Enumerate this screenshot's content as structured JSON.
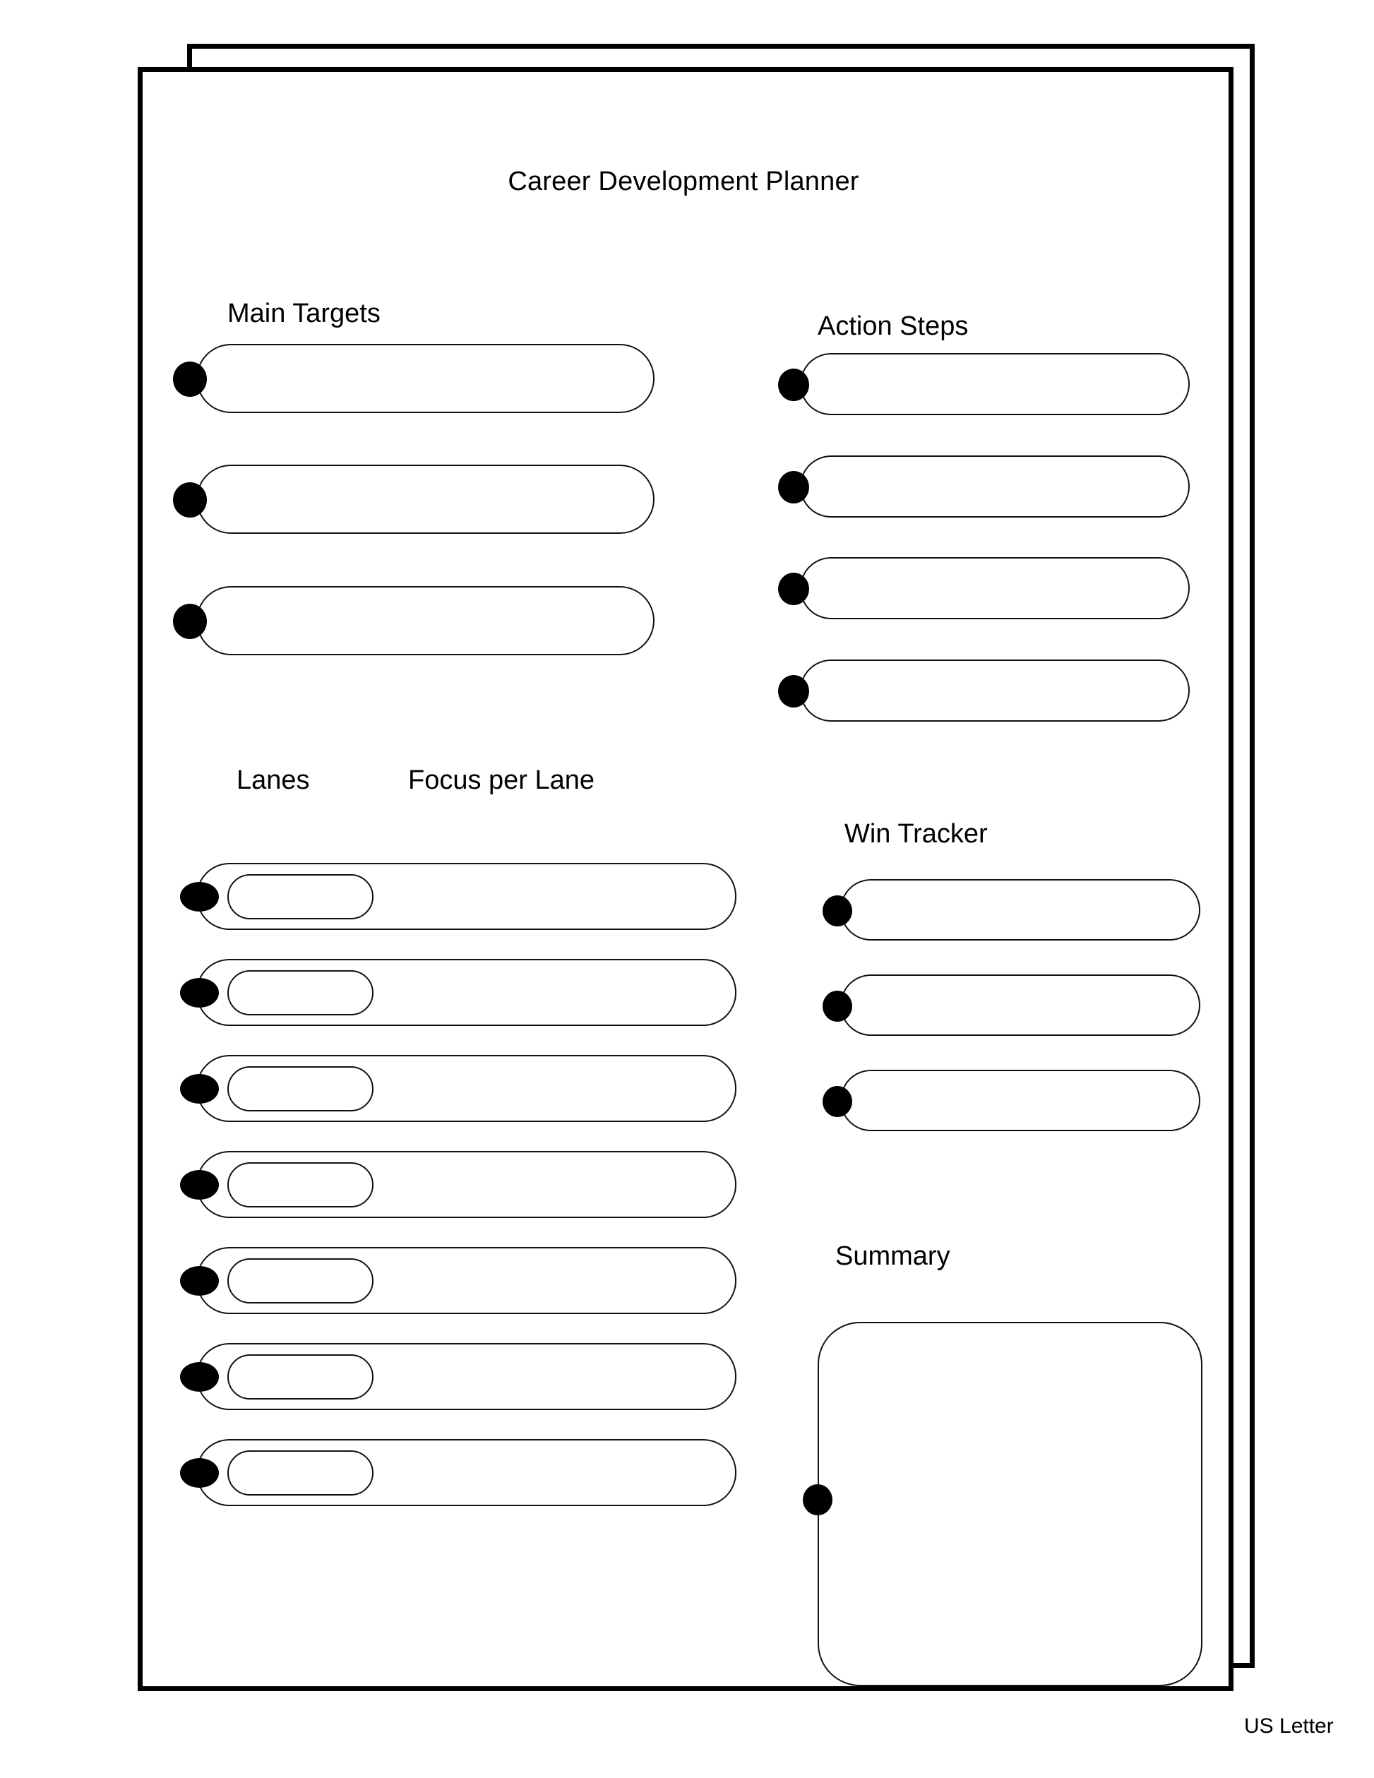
{
  "document": {
    "title": "Career Development Planner",
    "page_size_label": "US Letter",
    "stroke_color": "#000000",
    "paper_color": "#ffffff"
  },
  "sections": {
    "main_targets": {
      "label": "Main Targets",
      "field_count": 3,
      "fields": [
        "",
        "",
        ""
      ]
    },
    "action_steps": {
      "label": "Action Steps",
      "field_count": 4,
      "fields": [
        "",
        "",
        "",
        ""
      ]
    },
    "lanes": {
      "label": "Lanes",
      "focus_label": "Focus per Lane",
      "row_count": 7,
      "rows": [
        {
          "lane": "",
          "focus": ""
        },
        {
          "lane": "",
          "focus": ""
        },
        {
          "lane": "",
          "focus": ""
        },
        {
          "lane": "",
          "focus": ""
        },
        {
          "lane": "",
          "focus": ""
        },
        {
          "lane": "",
          "focus": ""
        },
        {
          "lane": "",
          "focus": ""
        }
      ]
    },
    "win_tracker": {
      "label": "Win Tracker",
      "field_count": 3,
      "fields": [
        "",
        "",
        ""
      ]
    },
    "summary": {
      "label": "Summary",
      "field_count": 1,
      "fields": [
        ""
      ]
    }
  }
}
